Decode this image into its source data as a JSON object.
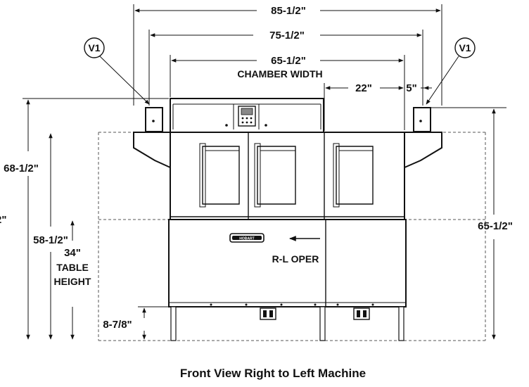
{
  "caption": "Front View Right to Left Machine",
  "callouts": {
    "left": "V1",
    "right": "V1"
  },
  "dimensions": {
    "overall_width": "85-1/2\"",
    "mid_width": "75-1/2\"",
    "chamber_width_value": "65-1/2\"",
    "chamber_width_label": "CHAMBER WIDTH",
    "section_width": "22\"",
    "offset": "5\"",
    "height_total": "68-1/2\"",
    "height_partial": "2\"",
    "height_right": "65-1/2\"",
    "height_mid": "58-1/2\"",
    "table_height_value": "34\"",
    "table_height_line1": "TABLE",
    "table_height_line2": "HEIGHT",
    "foot_height": "8-7/8\""
  },
  "labels": {
    "direction": "R-L OPER",
    "brand": "HOBART"
  }
}
